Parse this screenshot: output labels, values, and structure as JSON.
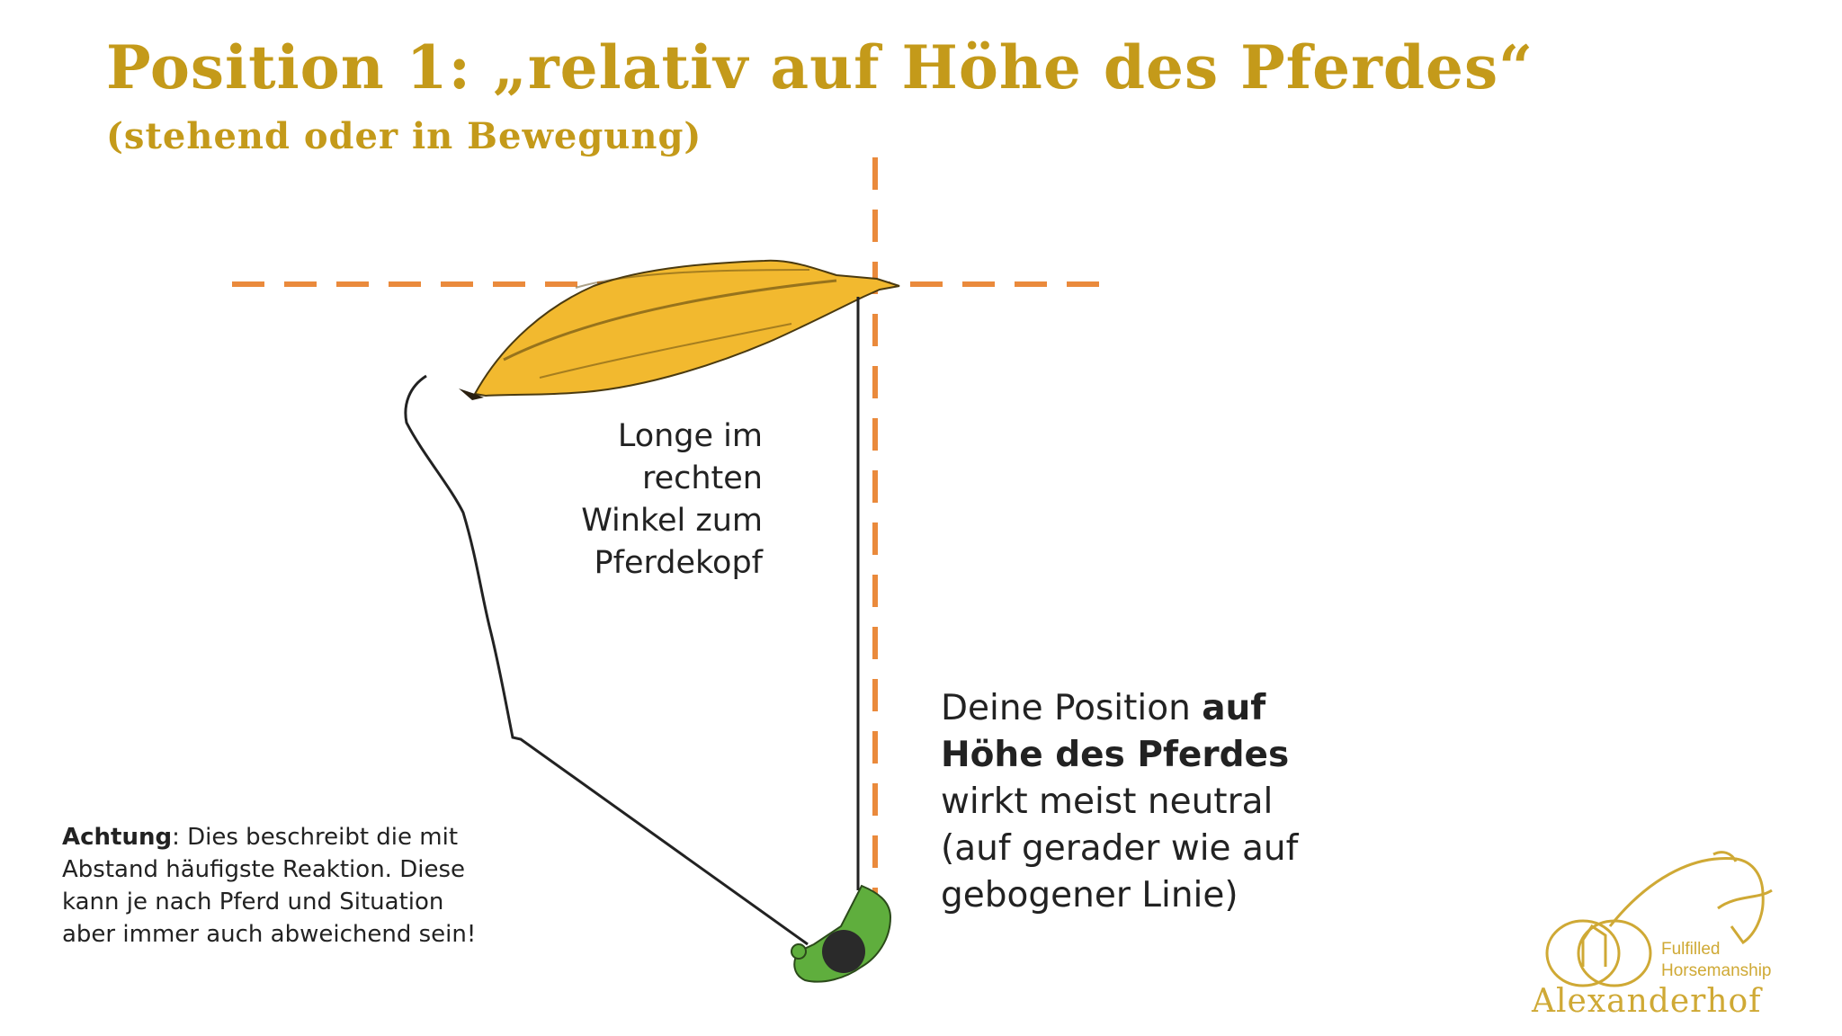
{
  "header": {
    "title": "Position 1: „relativ auf Höhe des Pferdes“",
    "subtitle": "(stehend oder in Bewegung)"
  },
  "diagram": {
    "longe_label": [
      "Longe im",
      "rechten",
      "Winkel zum",
      "Pferdekopf"
    ],
    "position_text": {
      "part1": "Deine Position ",
      "bold": [
        "auf",
        "Höhe des Pferdes"
      ],
      "rest": [
        "wirkt meist neutral",
        "(auf gerader wie auf",
        "gebogener Linie)"
      ]
    }
  },
  "note": {
    "label": "Achtung",
    "lines": [
      ": Dies beschreibt die mit",
      "Abstand häufigste Reaktion. Diese",
      "kann je nach Pferd und Situation",
      "aber immer auch abweichend sein!"
    ]
  },
  "logo": {
    "line1": "Fulfilled",
    "line2": "Horsemanship",
    "name": "Alexanderhof"
  },
  "colors": {
    "title_gold": "#c49a1a",
    "guide_orange": "#ea8a3c",
    "horse_yellow": "#f2b92f",
    "person_green": "#5fae3d",
    "logo_gold": "#cfa935"
  }
}
